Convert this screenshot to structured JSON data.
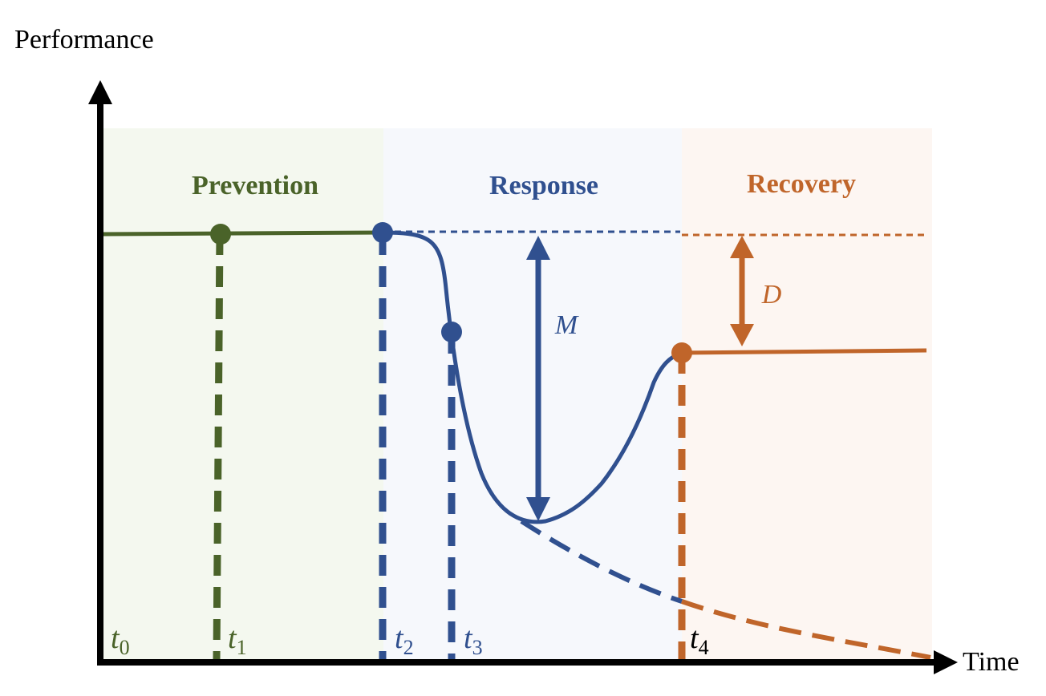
{
  "axes": {
    "y_label": "Performance",
    "x_label": "Time"
  },
  "phases": [
    {
      "name": "Prevention",
      "color": "#4a6329",
      "bg": "#f4f8ef"
    },
    {
      "name": "Response",
      "color": "#30508f",
      "bg": "#f6f8fc"
    },
    {
      "name": "Recovery",
      "color": "#c0652a",
      "bg": "#fdf6f2"
    }
  ],
  "time_markers": [
    {
      "base": "t",
      "sub": "0"
    },
    {
      "base": "t",
      "sub": "1"
    },
    {
      "base": "t",
      "sub": "2"
    },
    {
      "base": "t",
      "sub": "3"
    },
    {
      "base": "t",
      "sub": "4"
    }
  ],
  "metrics": {
    "magnitude": "M",
    "deficit": "D"
  },
  "colors": {
    "prevention": "#4a6329",
    "response": "#30508f",
    "recovery": "#c0652a",
    "axis": "#000000"
  }
}
